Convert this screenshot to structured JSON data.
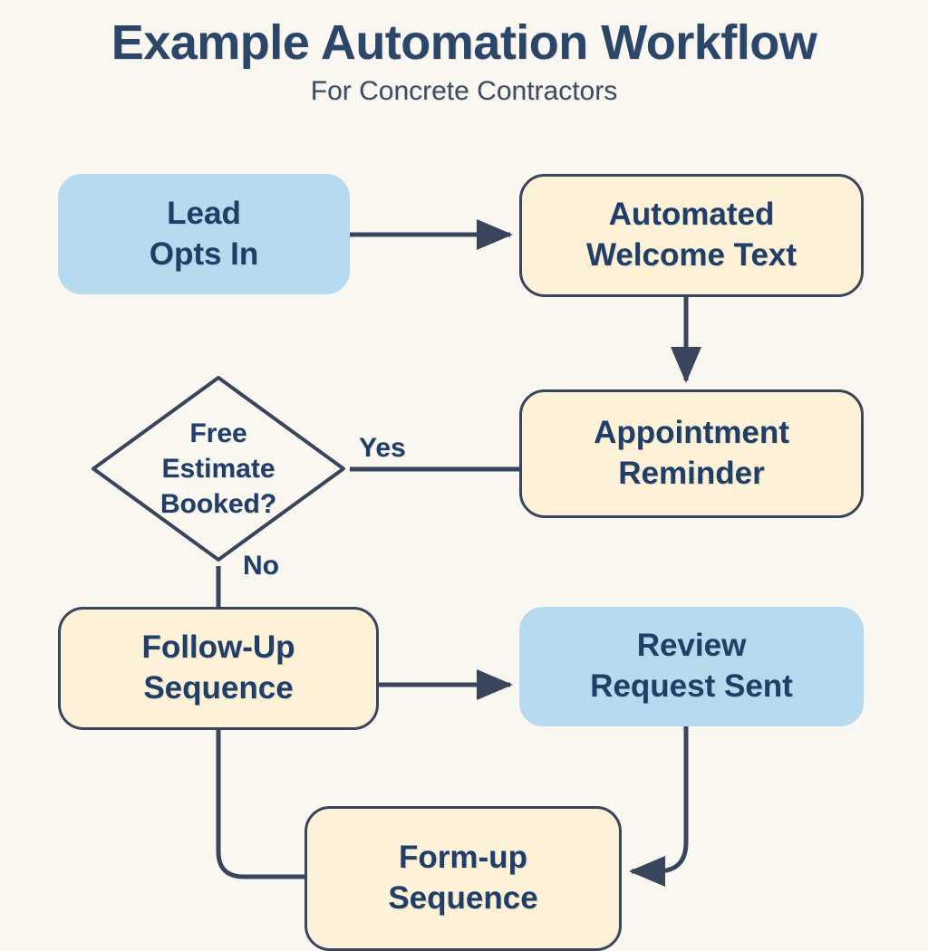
{
  "header": {
    "title": "Example Automation Workflow",
    "subtitle": "For Concrete Contractors"
  },
  "colors": {
    "background": "#faf7f1",
    "node_blue_fill": "#b6dbf0",
    "node_cream_fill": "#fdf2d7",
    "node_border": "#39455c",
    "text_navy": "#1f3e68",
    "title_navy": "#2b4668",
    "connector": "#39455c"
  },
  "diagram": {
    "type": "flowchart",
    "nodes": [
      {
        "id": "lead",
        "label": "Lead\nOpts In",
        "shape": "rounded-rect",
        "style": "blue"
      },
      {
        "id": "welcome",
        "label": "Automated\nWelcome Text",
        "shape": "rounded-rect",
        "style": "cream"
      },
      {
        "id": "decision",
        "label": "Free\nEstimate\nBooked?",
        "shape": "diamond",
        "style": "outline"
      },
      {
        "id": "appointment",
        "label": "Appointment\nReminder",
        "shape": "rounded-rect",
        "style": "cream"
      },
      {
        "id": "followup",
        "label": "Follow-Up\nSequence",
        "shape": "rounded-rect",
        "style": "cream"
      },
      {
        "id": "review",
        "label": "Review\nRequest Sent",
        "shape": "rounded-rect",
        "style": "blue"
      },
      {
        "id": "formup",
        "label": "Form-up\nSequence",
        "shape": "rounded-rect",
        "style": "cream"
      }
    ],
    "edges": [
      {
        "from": "lead",
        "to": "welcome",
        "label": "",
        "arrow": true
      },
      {
        "from": "welcome",
        "to": "appointment",
        "label": "",
        "arrow": true
      },
      {
        "from": "decision",
        "to": "appointment",
        "label": "Yes",
        "arrow": false
      },
      {
        "from": "decision",
        "to": "followup",
        "label": "No",
        "arrow": false
      },
      {
        "from": "followup",
        "to": "review",
        "label": "",
        "arrow": true
      },
      {
        "from": "followup",
        "to": "formup",
        "label": "",
        "arrow": false
      },
      {
        "from": "review",
        "to": "formup",
        "label": "",
        "arrow": true
      }
    ],
    "edge_labels": {
      "yes": "Yes",
      "no": "No"
    }
  }
}
